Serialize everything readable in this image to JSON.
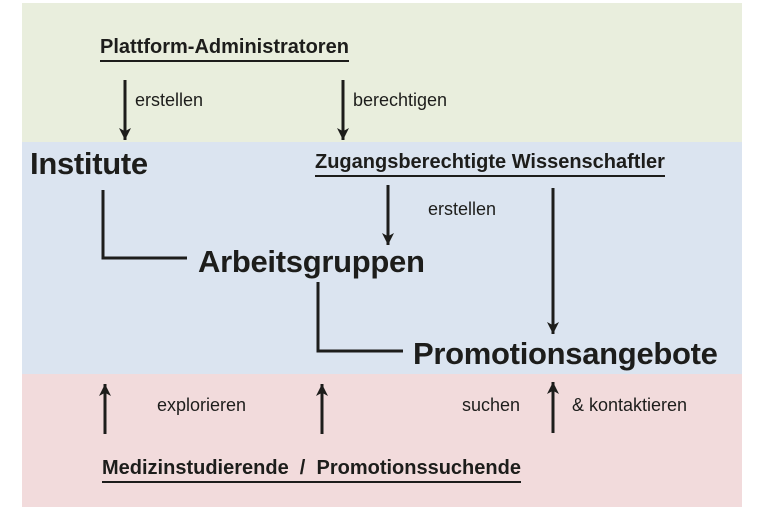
{
  "colors": {
    "background": "#ffffff",
    "band_admins": "#e9eedd",
    "band_platform": "#dbe4f0",
    "band_seekers": "#f2dbdc",
    "arrow": "#1d1d1b",
    "text": "#1d1d1b"
  },
  "diagram": {
    "admin_band": {
      "title": "Plattform-Administratoren",
      "erstellen_label": "erstellen",
      "berechtigen_label": "berechtigen"
    },
    "platform_band": {
      "institute": "Institute",
      "scientists": "Zugangsberechtigte Wissenschaftler",
      "erstellen_label": "erstellen",
      "workgroups": "Arbeitsgruppen",
      "offers": "Promotionsangebote"
    },
    "seeker_band": {
      "explorieren_label": "explorieren",
      "suchen_label": "suchen",
      "kontaktieren_label": "& kontaktieren",
      "title": "Medizinstudierende  /  Promotionssuchende"
    }
  }
}
